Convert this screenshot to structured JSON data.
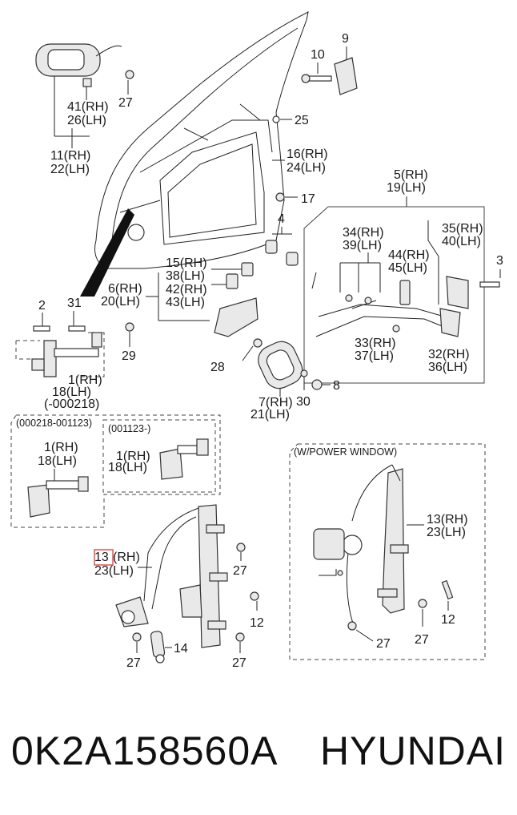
{
  "callouts": {
    "c10": "10",
    "c9": "9",
    "c27a": "27",
    "c41": "41(RH)",
    "c26": "26(LH)",
    "c25": "25",
    "c11": "11(RH)",
    "c22": "22(LH)",
    "c16": "16(RH)",
    "c24": "24(LH)",
    "c17": "17",
    "c5": "5(RH)",
    "c19": "19(LH)",
    "c4": "4",
    "c34": "34(RH)",
    "c39": "39(LH)",
    "c35": "35(RH)",
    "c40": "40(LH)",
    "c44": "44(RH)",
    "c45": "45(LH)",
    "c3": "3",
    "c15": "15(RH)",
    "c38": "38(LH)",
    "c42": "42(RH)",
    "c43": "43(LH)",
    "c6": "6(RH)",
    "c20": "20(LH)",
    "c2": "2",
    "c31": "31",
    "c29": "29",
    "c28": "28",
    "c33": "33(RH)",
    "c37": "37(LH)",
    "c32": "32(RH)",
    "c36": "36(LH)",
    "c8": "8",
    "c30": "30",
    "c7": "7(RH)",
    "c21": "21(LH)",
    "c1a": "1(RH)",
    "c18a": "18(LH)",
    "c_date1": "(-000218)",
    "c1b": "1(RH)",
    "c18b": "18(LH)",
    "c1c": "1(RH)",
    "c18c": "18(LH)",
    "c13a_num": "13",
    "c13a_rh": "(RH)",
    "c23a": "23(LH)",
    "c27b": "27",
    "c12a": "12",
    "c27c": "27",
    "c14": "14",
    "c27d": "27",
    "c13b": "13(RH)",
    "c23b": "23(LH)",
    "c12b": "12",
    "c27e": "27",
    "c27f": "27"
  },
  "boxes": {
    "range1": "(000218-001123)",
    "range2": "(001123-)",
    "power_window": "(W/POWER WINDOW)"
  },
  "footer": {
    "part_number": "0K2A158560A",
    "brand": "HYUNDAI"
  },
  "colors": {
    "highlight": "#e0554f"
  }
}
